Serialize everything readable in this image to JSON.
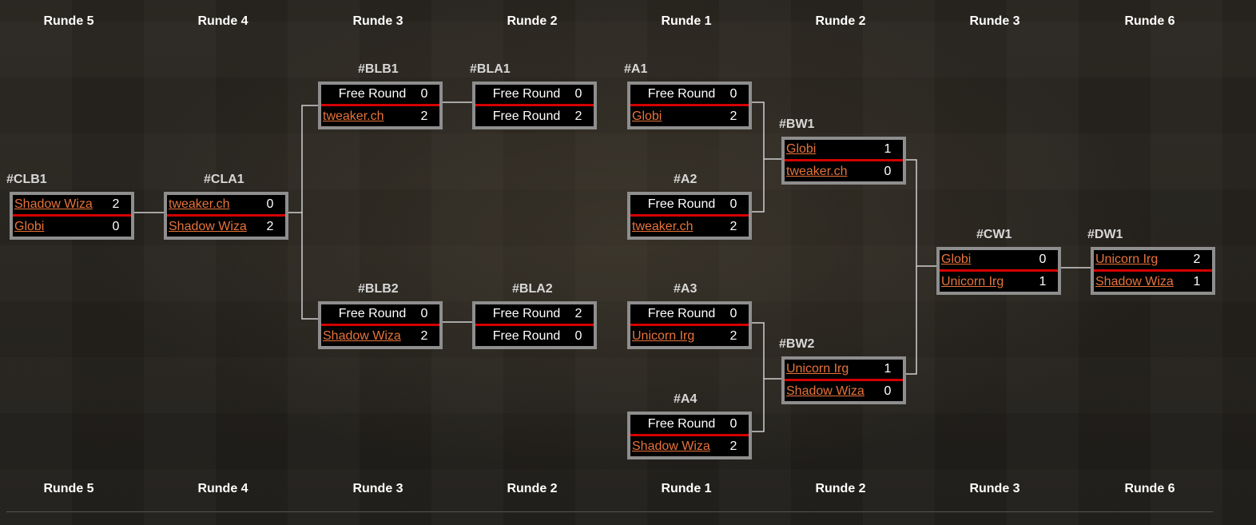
{
  "rounds_top": [
    "Runde 5",
    "Runde 4",
    "Runde 3",
    "Runde 2",
    "Runde 1",
    "Runde 2",
    "Runde 3",
    "Runde 6"
  ],
  "rounds_bottom": [
    "Runde 5",
    "Runde 4",
    "Runde 3",
    "Runde 2",
    "Runde 1",
    "Runde 2",
    "Runde 3",
    "Runde 6"
  ],
  "matches": {
    "CLB1": {
      "id": "#CLB1",
      "p1": {
        "name": "Shadow Wiza",
        "score": "2"
      },
      "p2": {
        "name": "Globi",
        "score": "0"
      }
    },
    "CLA1": {
      "id": "#CLA1",
      "p1": {
        "name": "tweaker.ch",
        "score": "0"
      },
      "p2": {
        "name": "Shadow Wiza",
        "score": "2"
      }
    },
    "BLB1": {
      "id": "#BLB1",
      "p1": {
        "name": "Free Round",
        "score": "0"
      },
      "p2": {
        "name": "tweaker.ch",
        "score": "2"
      }
    },
    "BLB2": {
      "id": "#BLB2",
      "p1": {
        "name": "Free Round",
        "score": "0"
      },
      "p2": {
        "name": "Shadow Wiza",
        "score": "2"
      }
    },
    "BLA1": {
      "id": "#BLA1",
      "p1": {
        "name": "Free Round",
        "score": "0"
      },
      "p2": {
        "name": "Free Round",
        "score": "2"
      }
    },
    "BLA2": {
      "id": "#BLA2",
      "p1": {
        "name": "Free Round",
        "score": "2"
      },
      "p2": {
        "name": "Free Round",
        "score": "0"
      }
    },
    "A1": {
      "id": "#A1",
      "p1": {
        "name": "Free Round",
        "score": "0"
      },
      "p2": {
        "name": "Globi",
        "score": "2"
      }
    },
    "A2": {
      "id": "#A2",
      "p1": {
        "name": "Free Round",
        "score": "0"
      },
      "p2": {
        "name": "tweaker.ch",
        "score": "2"
      }
    },
    "A3": {
      "id": "#A3",
      "p1": {
        "name": "Free Round",
        "score": "0"
      },
      "p2": {
        "name": "Unicorn Irg",
        "score": "2"
      }
    },
    "A4": {
      "id": "#A4",
      "p1": {
        "name": "Free Round",
        "score": "0"
      },
      "p2": {
        "name": "Shadow Wiza",
        "score": "2"
      }
    },
    "BW1": {
      "id": "#BW1",
      "p1": {
        "name": "Globi",
        "score": "1"
      },
      "p2": {
        "name": "tweaker.ch",
        "score": "0"
      }
    },
    "BW2": {
      "id": "#BW2",
      "p1": {
        "name": "Unicorn Irg",
        "score": "1"
      },
      "p2": {
        "name": "Shadow Wiza",
        "score": "0"
      }
    },
    "CW1": {
      "id": "#CW1",
      "p1": {
        "name": "Globi",
        "score": "0"
      },
      "p2": {
        "name": "Unicorn Irg",
        "score": "1"
      }
    },
    "DW1": {
      "id": "#DW1",
      "p1": {
        "name": "Unicorn Irg",
        "score": "2"
      },
      "p2": {
        "name": "Shadow Wiza",
        "score": "1"
      }
    }
  },
  "colors": {
    "link": "#e8733a",
    "divider": "#d40000",
    "frame": "#8e8e8e"
  }
}
